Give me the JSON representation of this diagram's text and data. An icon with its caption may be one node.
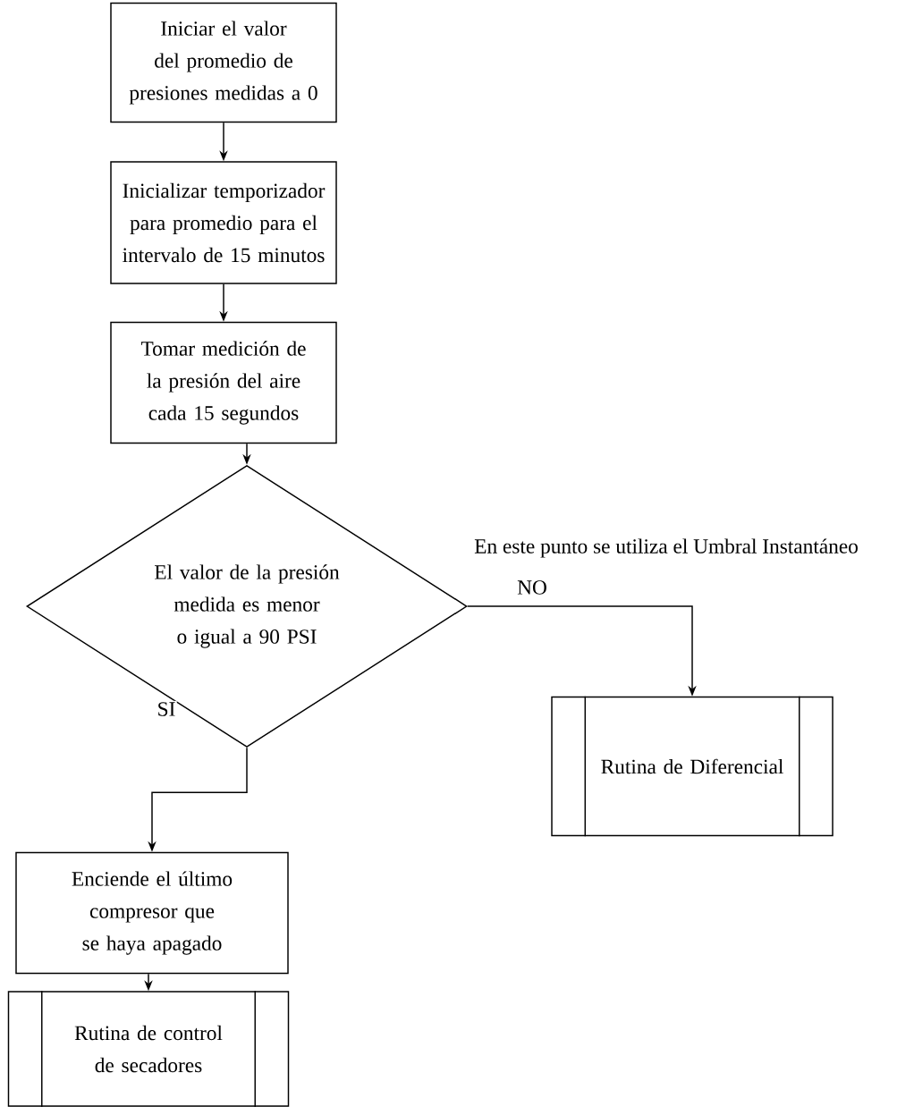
{
  "diagram": {
    "nodes": [
      {
        "text": [
          "Iniciar el valor del promedio de presiones medidas a 0"
        ]
      },
      {
        "text": [
          "Inicializar temporizador para promedio para el intervalo de 15 minutos"
        ]
      },
      {
        "text": [
          "Tomar medición de la presión del aire cada 15 segundos"
        ]
      },
      {
        "text": [
          "El valor de la presión medida es menor o igual a 90 PSI"
        ]
      },
      {
        "text": [
          "Rutina de Diferencial"
        ]
      },
      {
        "text": [
          "Enciende el último compresor que se haya apagado"
        ]
      },
      {
        "text": [
          "Rutina de control de secadores"
        ]
      }
    ],
    "edges": [
      {
        "from": 0,
        "to": 1,
        "arrow": "to"
      },
      {
        "from": 1,
        "to": 2,
        "arrow": "to"
      },
      {
        "from": 2,
        "to": 3,
        "arrow": "to"
      },
      {
        "from": 3,
        "to": 4,
        "arrow": "to",
        "label": "NO"
      },
      {
        "from": 3,
        "to": 5,
        "arrow": "to",
        "label": "SI"
      },
      {
        "from": 5,
        "to": 6,
        "arrow": "to"
      }
    ],
    "labels": [
      "En este punto se utiliza el Umbral Instantáneo"
    ]
  }
}
